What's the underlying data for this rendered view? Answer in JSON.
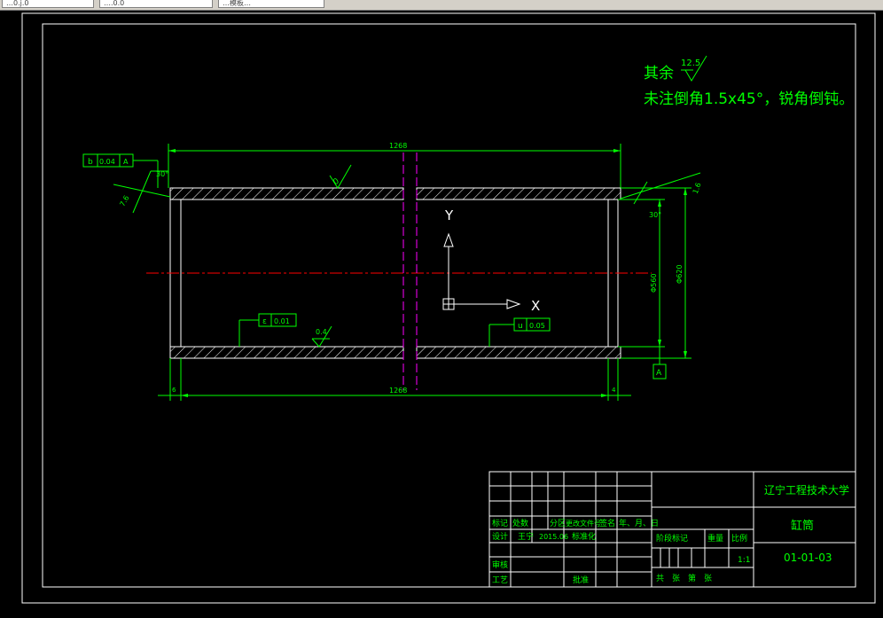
{
  "tabs": [
    {
      "label": "…0.j.0"
    },
    {
      "label": "….0.0"
    },
    {
      "label": "…模板…"
    }
  ],
  "notes": {
    "line1_prefix": "其余",
    "line1_roughness": "12.5",
    "line2": "未注倒角1.5x45°，锐角倒钝。"
  },
  "dims": {
    "top_length": "1268",
    "bottom_length": "1268",
    "left_offset": "6",
    "right_offset": "4",
    "inner_dia": "Φ560",
    "outer_dia": "Φ620",
    "chamfer_left_len": "7.6",
    "chamfer_left_angle": "30°",
    "chamfer_right_len": "1.6",
    "chamfer_right_angle": "30°"
  },
  "tolerances": {
    "top_left": {
      "symbol": "b",
      "value": "0.04",
      "datum": "A"
    },
    "bottom_left": {
      "symbol": "ε",
      "value": "0.01"
    },
    "bottom_right": {
      "symbol": "u",
      "value": "0.05"
    },
    "datum_box": "A"
  },
  "roughness": {
    "top": "0",
    "bottom": "0.4"
  },
  "axes": {
    "y": "Y",
    "x": "X"
  },
  "title_block": {
    "school": "辽宁工程技术大学",
    "part_name": "缸筒",
    "drawing_no": "01-01-03",
    "scale": "1:1",
    "headers": [
      "标记",
      "处数",
      "分区",
      "更改文件号",
      "签名",
      "年、月、日"
    ],
    "designer_label": "设计",
    "designer": "王宁",
    "date": "2015.06",
    "standardize": "标准化",
    "review": "审核",
    "process": "工艺",
    "approve": "批准",
    "stage_mark": "阶段标记",
    "weight": "重量",
    "ratio": "比例",
    "sheet_text": "共　张　第　张"
  },
  "colors": {
    "background": "#000000",
    "outline": "#ffffff",
    "dimension": "#00ff00",
    "centerline": "#ff0000",
    "section_line": "#ff00ff",
    "text": "#00ff00"
  }
}
